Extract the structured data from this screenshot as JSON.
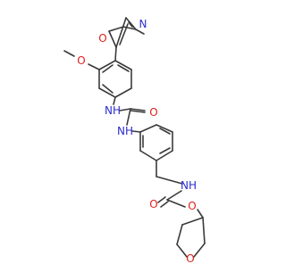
{
  "molecule": {
    "atom_labels": {
      "oxazole_N": "N",
      "oxazole_O": "O",
      "methoxy_O": "O",
      "urea_NH_upper": "NH",
      "urea_O": "O",
      "urea_NH_lower": "NH",
      "carbamate_NH": "NH",
      "carbamate_O_carbonyl": "O",
      "carbamate_O_ester": "O",
      "thf_O": "O"
    },
    "colors": {
      "bond": "#3a3a3a",
      "nitrogen": "#2c2cd0",
      "oxygen": "#e0201c"
    }
  }
}
